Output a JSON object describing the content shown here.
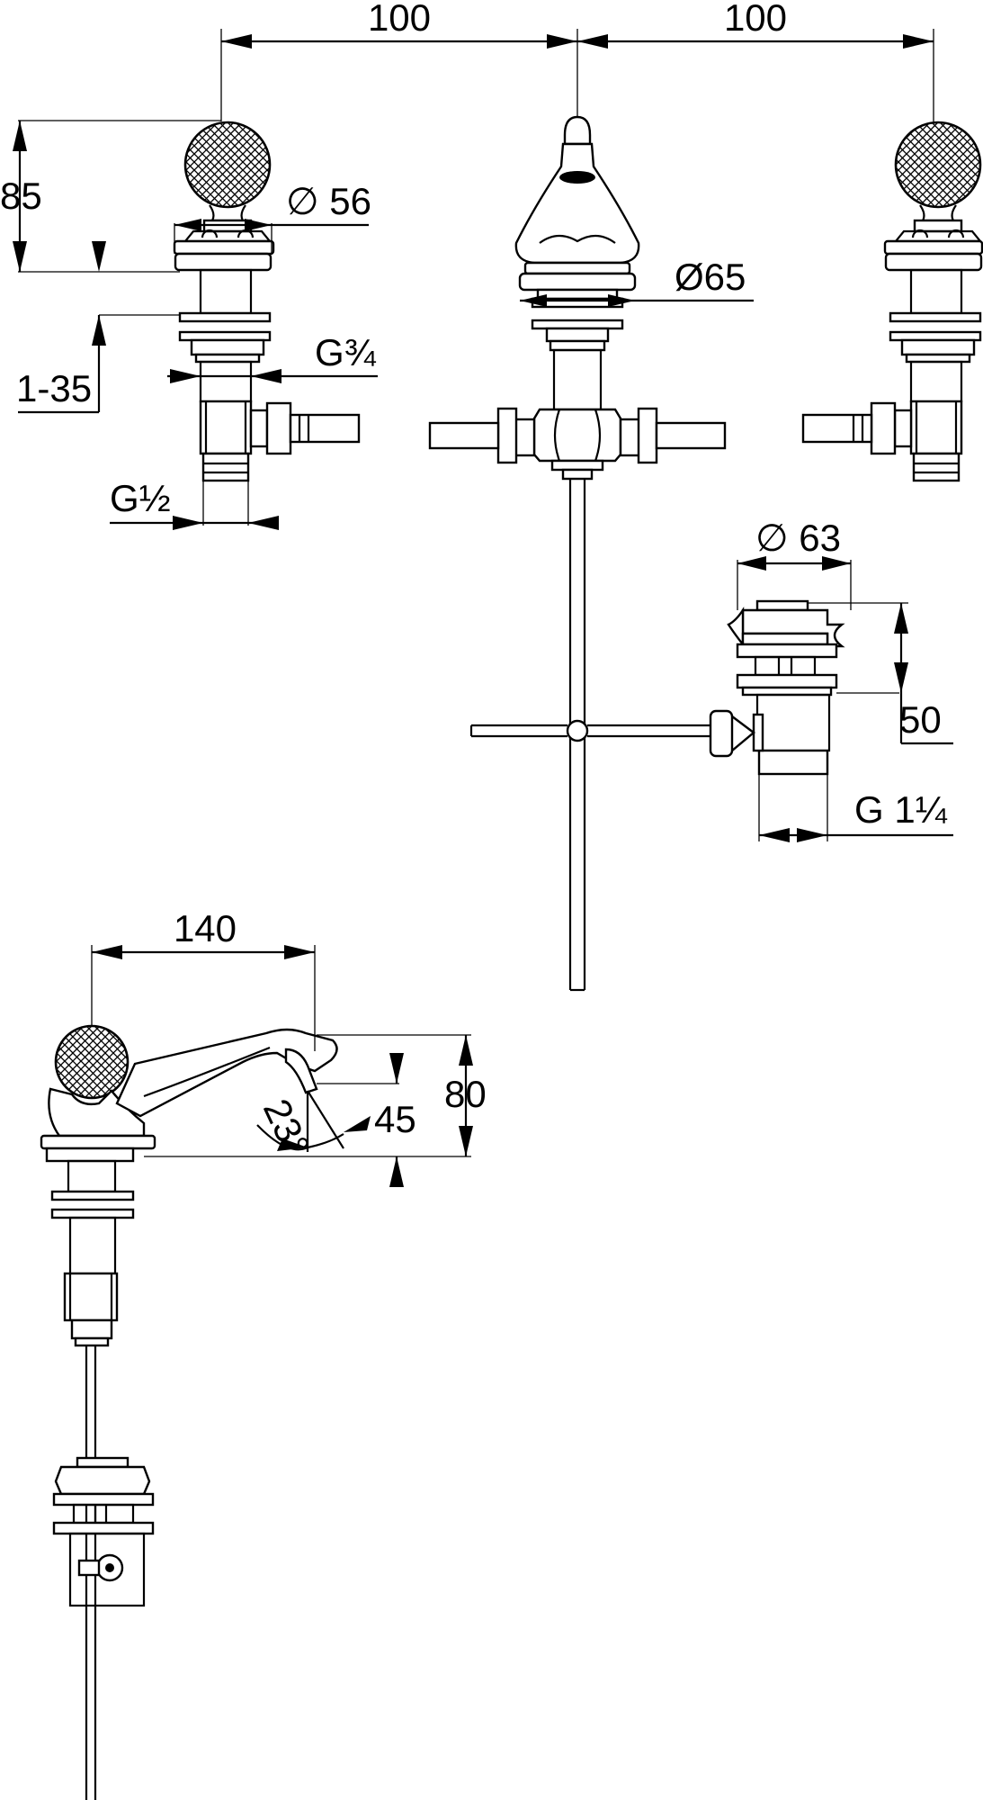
{
  "dimensions": {
    "spacing_left": "100",
    "spacing_right": "100",
    "handle_height": "85",
    "flange_diameter": "∅ 56",
    "thread_handle": "G¾",
    "deck_thickness": "1-35",
    "thread_inlet": "G½",
    "spout_flange_diameter": "Ø65",
    "waste_diameter": "∅ 63",
    "waste_height": "50",
    "waste_thread": "G 1¼",
    "projection": "140",
    "spout_height": "80",
    "outlet_height": "45",
    "outlet_angle": "23°"
  }
}
